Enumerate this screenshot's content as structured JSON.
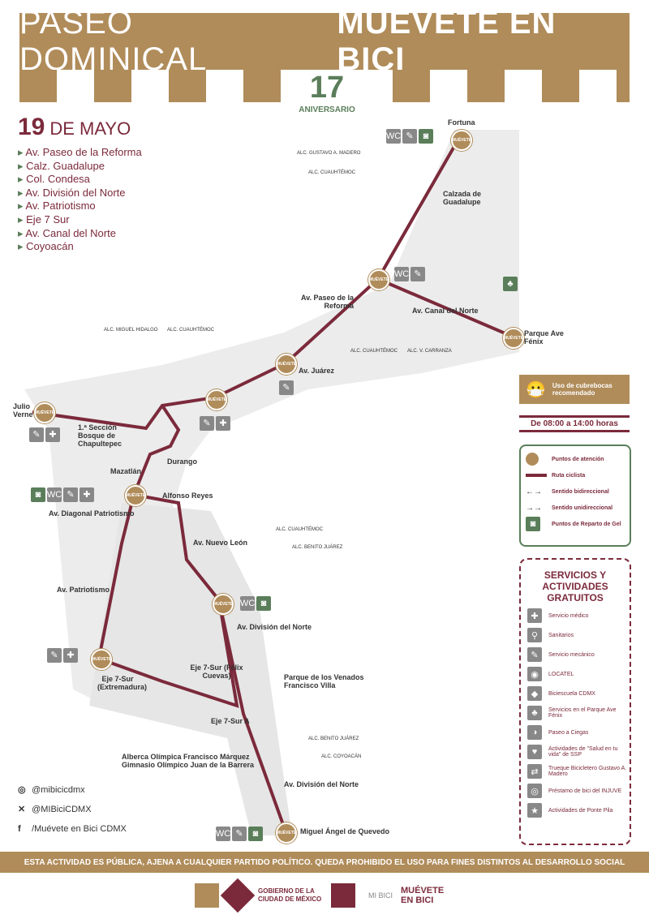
{
  "header": {
    "title_light": "PASEO DOMINICAL",
    "title_bold": "MUÉVETE EN BICI",
    "anniversary_number": "17",
    "anniversary_label": "ANIVERSARIO"
  },
  "date": {
    "day": "19",
    "month": "DE MAYO"
  },
  "route_streets": [
    "Av. Paseo de la Reforma",
    "Calz. Guadalupe",
    "Col. Condesa",
    "Av. División del Norte",
    "Av. Patriotismo",
    "Eje 7 Sur",
    "Av. Canal del Norte",
    "Coyoacán"
  ],
  "map_labels": {
    "fortuna": "Fortuna",
    "calzada": "Calzada de Guadalupe",
    "paseo": "Av. Paseo de la Reforma",
    "canal": "Av. Canal del Norte",
    "fenix": "Parque Ave Fénix",
    "juarez": "Av. Juárez",
    "julio": "Julio Verne",
    "bosque": "1.ª Sección Bosque de Chapultepec",
    "durango": "Durango",
    "mazatlan": "Mazatlán",
    "alfonso": "Alfonso Reyes",
    "diagonal": "Av. Diagonal Patriotismo",
    "nuevo_leon": "Av. Nuevo León",
    "patriotismo": "Av. Patriotismo",
    "division": "Av. División del Norte",
    "eje7_felix": "Eje 7-Sur (Félix Cuevas)",
    "eje7_ext": "Eje 7-Sur (Extremadura)",
    "venados": "Parque de los Venados Francisco Villa",
    "eje7a": "Eje 7-Sur A",
    "alberca": "Alberca Olímpica Francisco Márquez",
    "gimnasio": "Gimnasio Olímpico Juan de la Barrera",
    "division2": "Av. División del Norte",
    "quevedo": "Miguel Ángel de Quevedo",
    "point_label": "MUÉVETE"
  },
  "alcaldias": {
    "gam": "ALC. GUSTAVO A. MADERO",
    "cuau1": "ALC. CUAUHTÉMOC",
    "mh": "ALC. MIGUEL HIDALGO",
    "cuau2": "ALC. CUAUHTÉMOC",
    "cuau3": "ALC. CUAUHTÉMOC",
    "vc": "ALC. V. CARRANZA",
    "cuau4": "ALC. CUAUHTÉMOC",
    "bj1": "ALC. BENITO JUÁREZ",
    "bj2": "ALC. BENITO JUÁREZ",
    "coy": "ALC. COYOACÁN"
  },
  "wc": "WC",
  "mask_notice": "Uso de cubrebocas recomendado",
  "hours": "De 08:00 a 14:00 horas",
  "legend": [
    {
      "label": "Puntos de atención"
    },
    {
      "label": "Ruta ciclista"
    },
    {
      "label": "Sentido bidireccional"
    },
    {
      "label": "Sentido unidireccional"
    },
    {
      "label": "Puntos de Reparto de Gel"
    }
  ],
  "services": {
    "title": "SERVICIOS Y ACTIVIDADES GRATUITOS",
    "items": [
      {
        "label": "Servicio médico",
        "icon": "medical-cross-icon"
      },
      {
        "label": "Sanitarios",
        "icon": "restroom-icon"
      },
      {
        "label": "Servicio mecánico",
        "icon": "wrench-icon"
      },
      {
        "label": "LOCATEL",
        "icon": "locatel-icon"
      },
      {
        "label": "Biciescuela CDMX",
        "icon": "bike-school-icon"
      },
      {
        "label": "Servicios en el Parque Ave Fénix",
        "icon": "park-services-icon"
      },
      {
        "label": "Paseo a Ciegas",
        "icon": "blind-ride-icon"
      },
      {
        "label": "Actividades de \"Salud en tu vida\" de SSP",
        "icon": "health-icon"
      },
      {
        "label": "Trueque Bicicletero Gustavo A. Madero",
        "icon": "bike-swap-icon"
      },
      {
        "label": "Préstamo de bici del INJUVE",
        "icon": "bike-loan-icon"
      },
      {
        "label": "Actividades de Ponte Pila",
        "icon": "ponte-pila-icon"
      }
    ]
  },
  "social": [
    {
      "icon": "instagram-icon",
      "glyph": "◎",
      "handle": "@mibicicdmx"
    },
    {
      "icon": "x-icon",
      "glyph": "✕",
      "handle": "@MIBiciCDMX"
    },
    {
      "icon": "facebook-icon",
      "glyph": "f",
      "handle": "/Muévete en Bici CDMX"
    }
  ],
  "disclaimer": "ESTA ACTIVIDAD ES PÚBLICA, AJENA A CUALQUIER PARTIDO POLÍTICO. QUEDA PROHIBIDO EL USO PARA FINES DISTINTOS AL DESARROLLO SOCIAL",
  "footer": {
    "gov": "GOBIERNO DE LA CIUDAD DE MÉXICO",
    "mibici": "MI BICI",
    "muevete": "MUÉVETE EN BICI"
  },
  "colors": {
    "gold": "#b08c5a",
    "wine": "#7b2a3b",
    "green": "#5a7e5a"
  }
}
